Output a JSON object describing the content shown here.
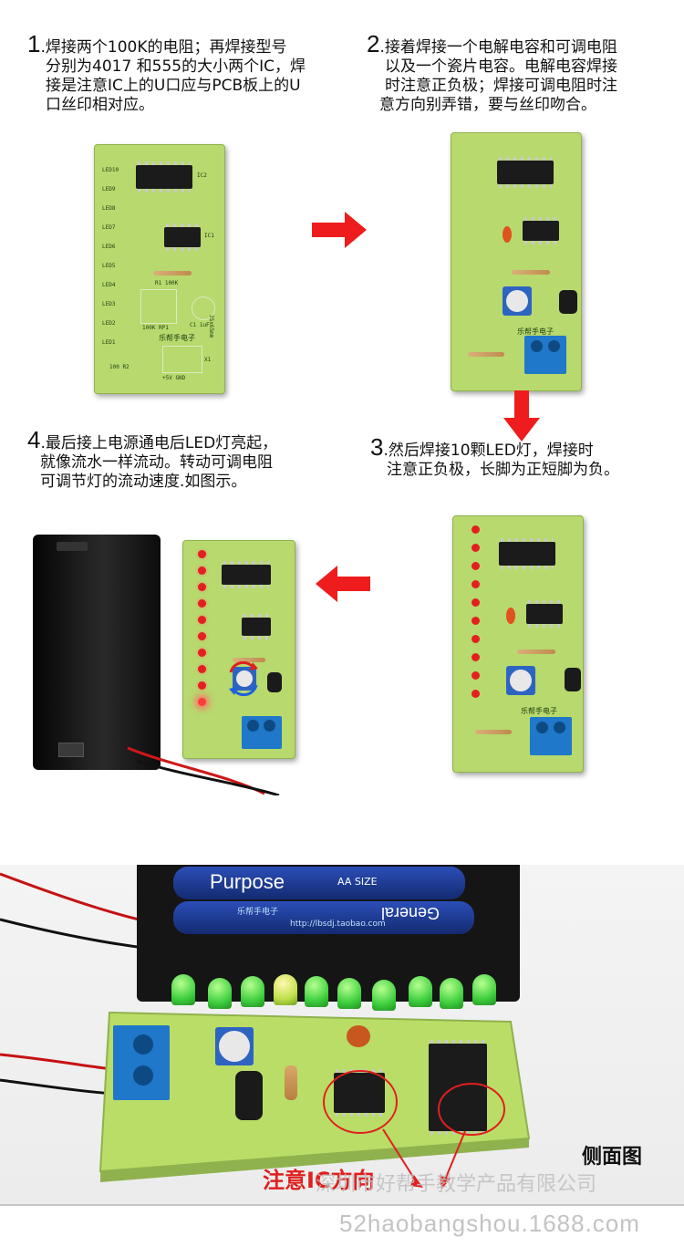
{
  "steps": {
    "s1": {
      "num": "1",
      "lines": [
        ".焊接两个100K的电阻；再焊接型号",
        "分别为4017 和555的大小两个IC，焊",
        "接是注意IC上的U口应与PCB板上的U",
        "口丝印相对应。"
      ]
    },
    "s2": {
      "num": "2",
      "lines": [
        ".接着焊接一个电解电容和可调电阻",
        "以及一个瓷片电容。电解电容焊接",
        "时注意正负极；焊接可调电阻时注",
        "意方向别弄错，要与丝印吻合。"
      ]
    },
    "s3": {
      "num": "3",
      "lines": [
        ".然后焊接10颗LED灯，焊接时",
        "注意正负极，长脚为正短脚为负。"
      ]
    },
    "s4": {
      "num": "4",
      "lines": [
        ".最后接上电源通电后LED灯亮起，",
        "就像流水一样流动。转动可调电阻",
        "可调节灯的流动速度.如图示。"
      ]
    }
  },
  "pcb_silk": {
    "ic2": "IC2",
    "ic1": "IC1",
    "r1": "R1 100K",
    "rp1": "100K RP1",
    "c1": "C1 1uF",
    "brand": "乐帮手电子",
    "r2": "100 R2",
    "x1": "X1",
    "power": "+5V GND",
    "size": "35x65mm",
    "leds": [
      "LED10",
      "LED9",
      "LED8",
      "LED7",
      "LED6",
      "LED5",
      "LED4",
      "LED3",
      "LED2",
      "LED1"
    ]
  },
  "photo": {
    "battery_label1": "Purpose",
    "battery_label2": "General",
    "battery_size": "AA SIZE",
    "battery_url": "http://lbsdj.taobao.com",
    "battery_brand": "乐帮手电子",
    "side_view_label": "侧面图",
    "ic_direction_note": "注意IC方向",
    "watermark_cn": "深圳市好帮手教学产品有限公司",
    "watermark_url": "52haobangshou.1688.com"
  },
  "colors": {
    "pcb": "#b7d96e",
    "arrow": "#ee1c1c",
    "led_red": "#e32020",
    "led_green": "#3fcf3f",
    "terminal": "#1f78c9",
    "annotation": "#e01f1f"
  }
}
